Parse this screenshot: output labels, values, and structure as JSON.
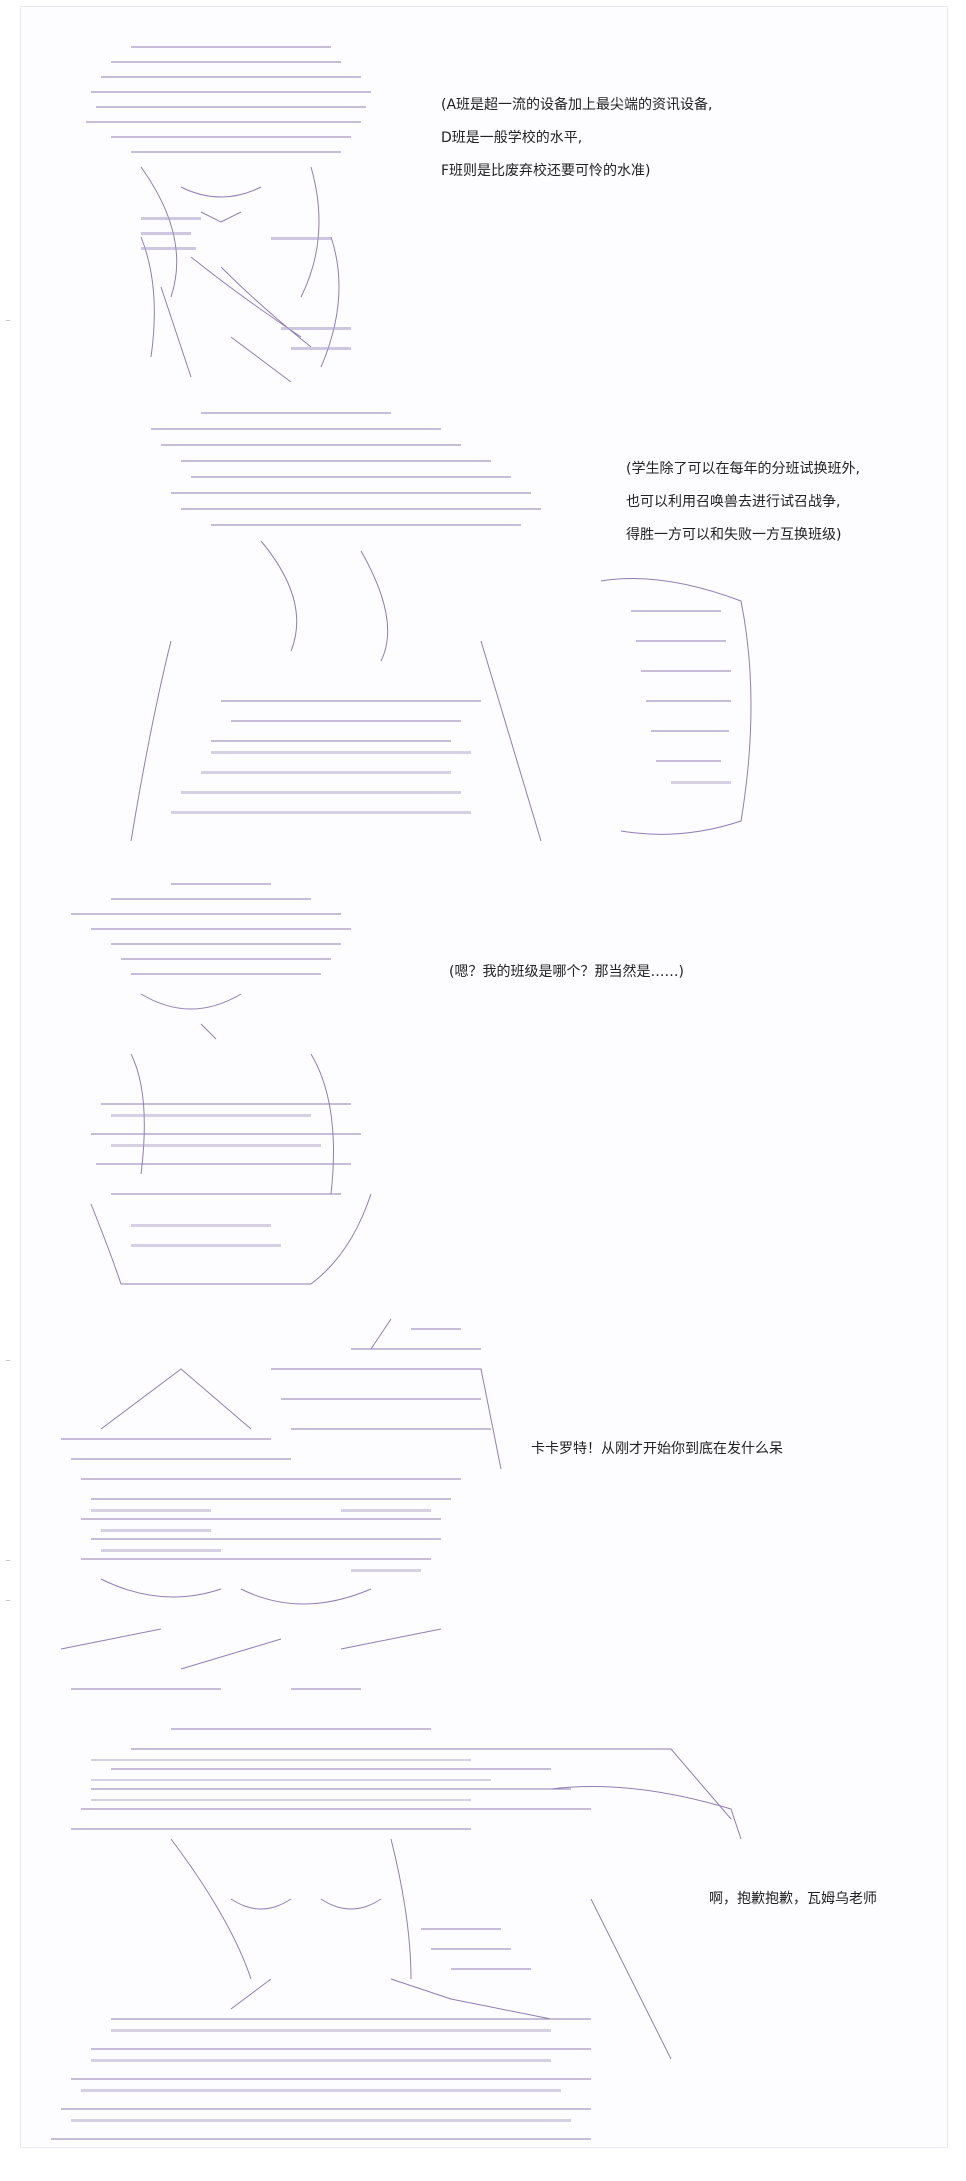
{
  "panels": [
    {
      "lines": [
        "(A班是超一流的设备加上最尖端的资讯设备,",
        "D班是一般学校的水平,",
        "F班则是比废弃校还要可怜的水准)"
      ]
    },
    {
      "lines": [
        "(学生除了可以在每年的分班试换班外,",
        "也可以利用召唤兽去进行试召战争,",
        "得胜一方可以和失败一方互换班级)"
      ]
    },
    {
      "lines": [
        "(嗯？我的班级是哪个？那当然是……)"
      ]
    },
    {
      "lines": [
        "卡卡罗特！从刚才开始你到底在发什么呆"
      ]
    },
    {
      "lines": [
        "啊，抱歉抱歉，瓦姆乌老师"
      ]
    }
  ],
  "colors": {
    "ink": "#6b5b8e",
    "text": "#222222",
    "paper": "#fdfcff"
  }
}
